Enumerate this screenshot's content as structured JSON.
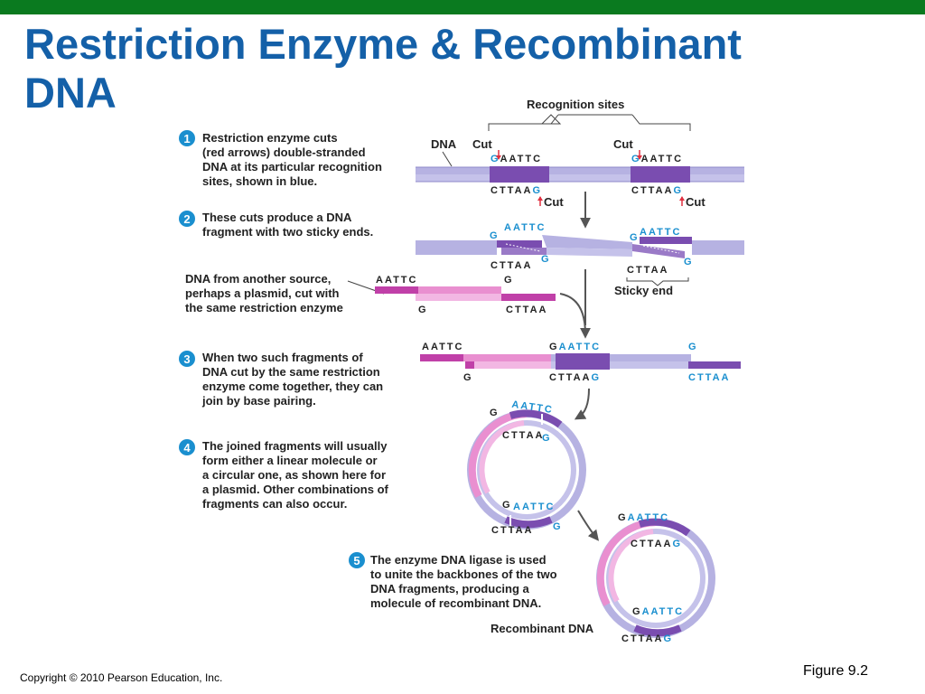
{
  "slide": {
    "title": "Restriction Enzyme & Recombinant DNA",
    "copyright": "Copyright © 2010 Pearson Education, Inc.",
    "figure_label": "Figure 9.2"
  },
  "colors": {
    "green_bar": "#0a7a1f",
    "title_blue": "#1460a8",
    "step_badge": "#1a8fcf",
    "dna_lavender": "#b6b2e2",
    "dna_purple": "#7a4db0",
    "plasmid_pink": "#e98fd0",
    "plasmid_magenta": "#c040a8",
    "cut_arrow_red": "#e03040"
  },
  "steps": [
    {
      "number": "1",
      "lines": [
        "Restriction enzyme cuts",
        "(red arrows) double-stranded",
        "DNA at its particular recognition",
        "sites, shown in blue."
      ]
    },
    {
      "number": "2",
      "lines": [
        "These cuts produce a DNA",
        "fragment with two sticky ends."
      ]
    },
    {
      "number": "3",
      "lines": [
        "When two such fragments of",
        "DNA cut by the same restriction",
        "enzyme come together, they can",
        "join by base pairing."
      ]
    },
    {
      "number": "4",
      "lines": [
        "The joined fragments will usually",
        "form either a linear molecule or",
        "a circular one, as shown here for",
        "a plasmid. Other combinations of",
        "fragments can also occur."
      ]
    },
    {
      "number": "5",
      "lines": [
        "The enzyme DNA ligase is used",
        "to unite the backbones of the two",
        "DNA fragments, producing a",
        "molecule of recombinant DNA."
      ]
    }
  ],
  "source_note": [
    "DNA from another source,",
    "perhaps a plasmid, cut with",
    "the same restriction enzyme"
  ],
  "labels": {
    "recognition_sites": "Recognition sites",
    "dna": "DNA",
    "cut": "Cut",
    "sticky_end": "Sticky end",
    "recombinant_dna": "Recombinant DNA"
  },
  "sequences": {
    "g": "G",
    "aattc": "AATTC",
    "cttaa": "CTTAA",
    "gaattc": "GAATTC",
    "cttaag": "CTTAAG"
  }
}
